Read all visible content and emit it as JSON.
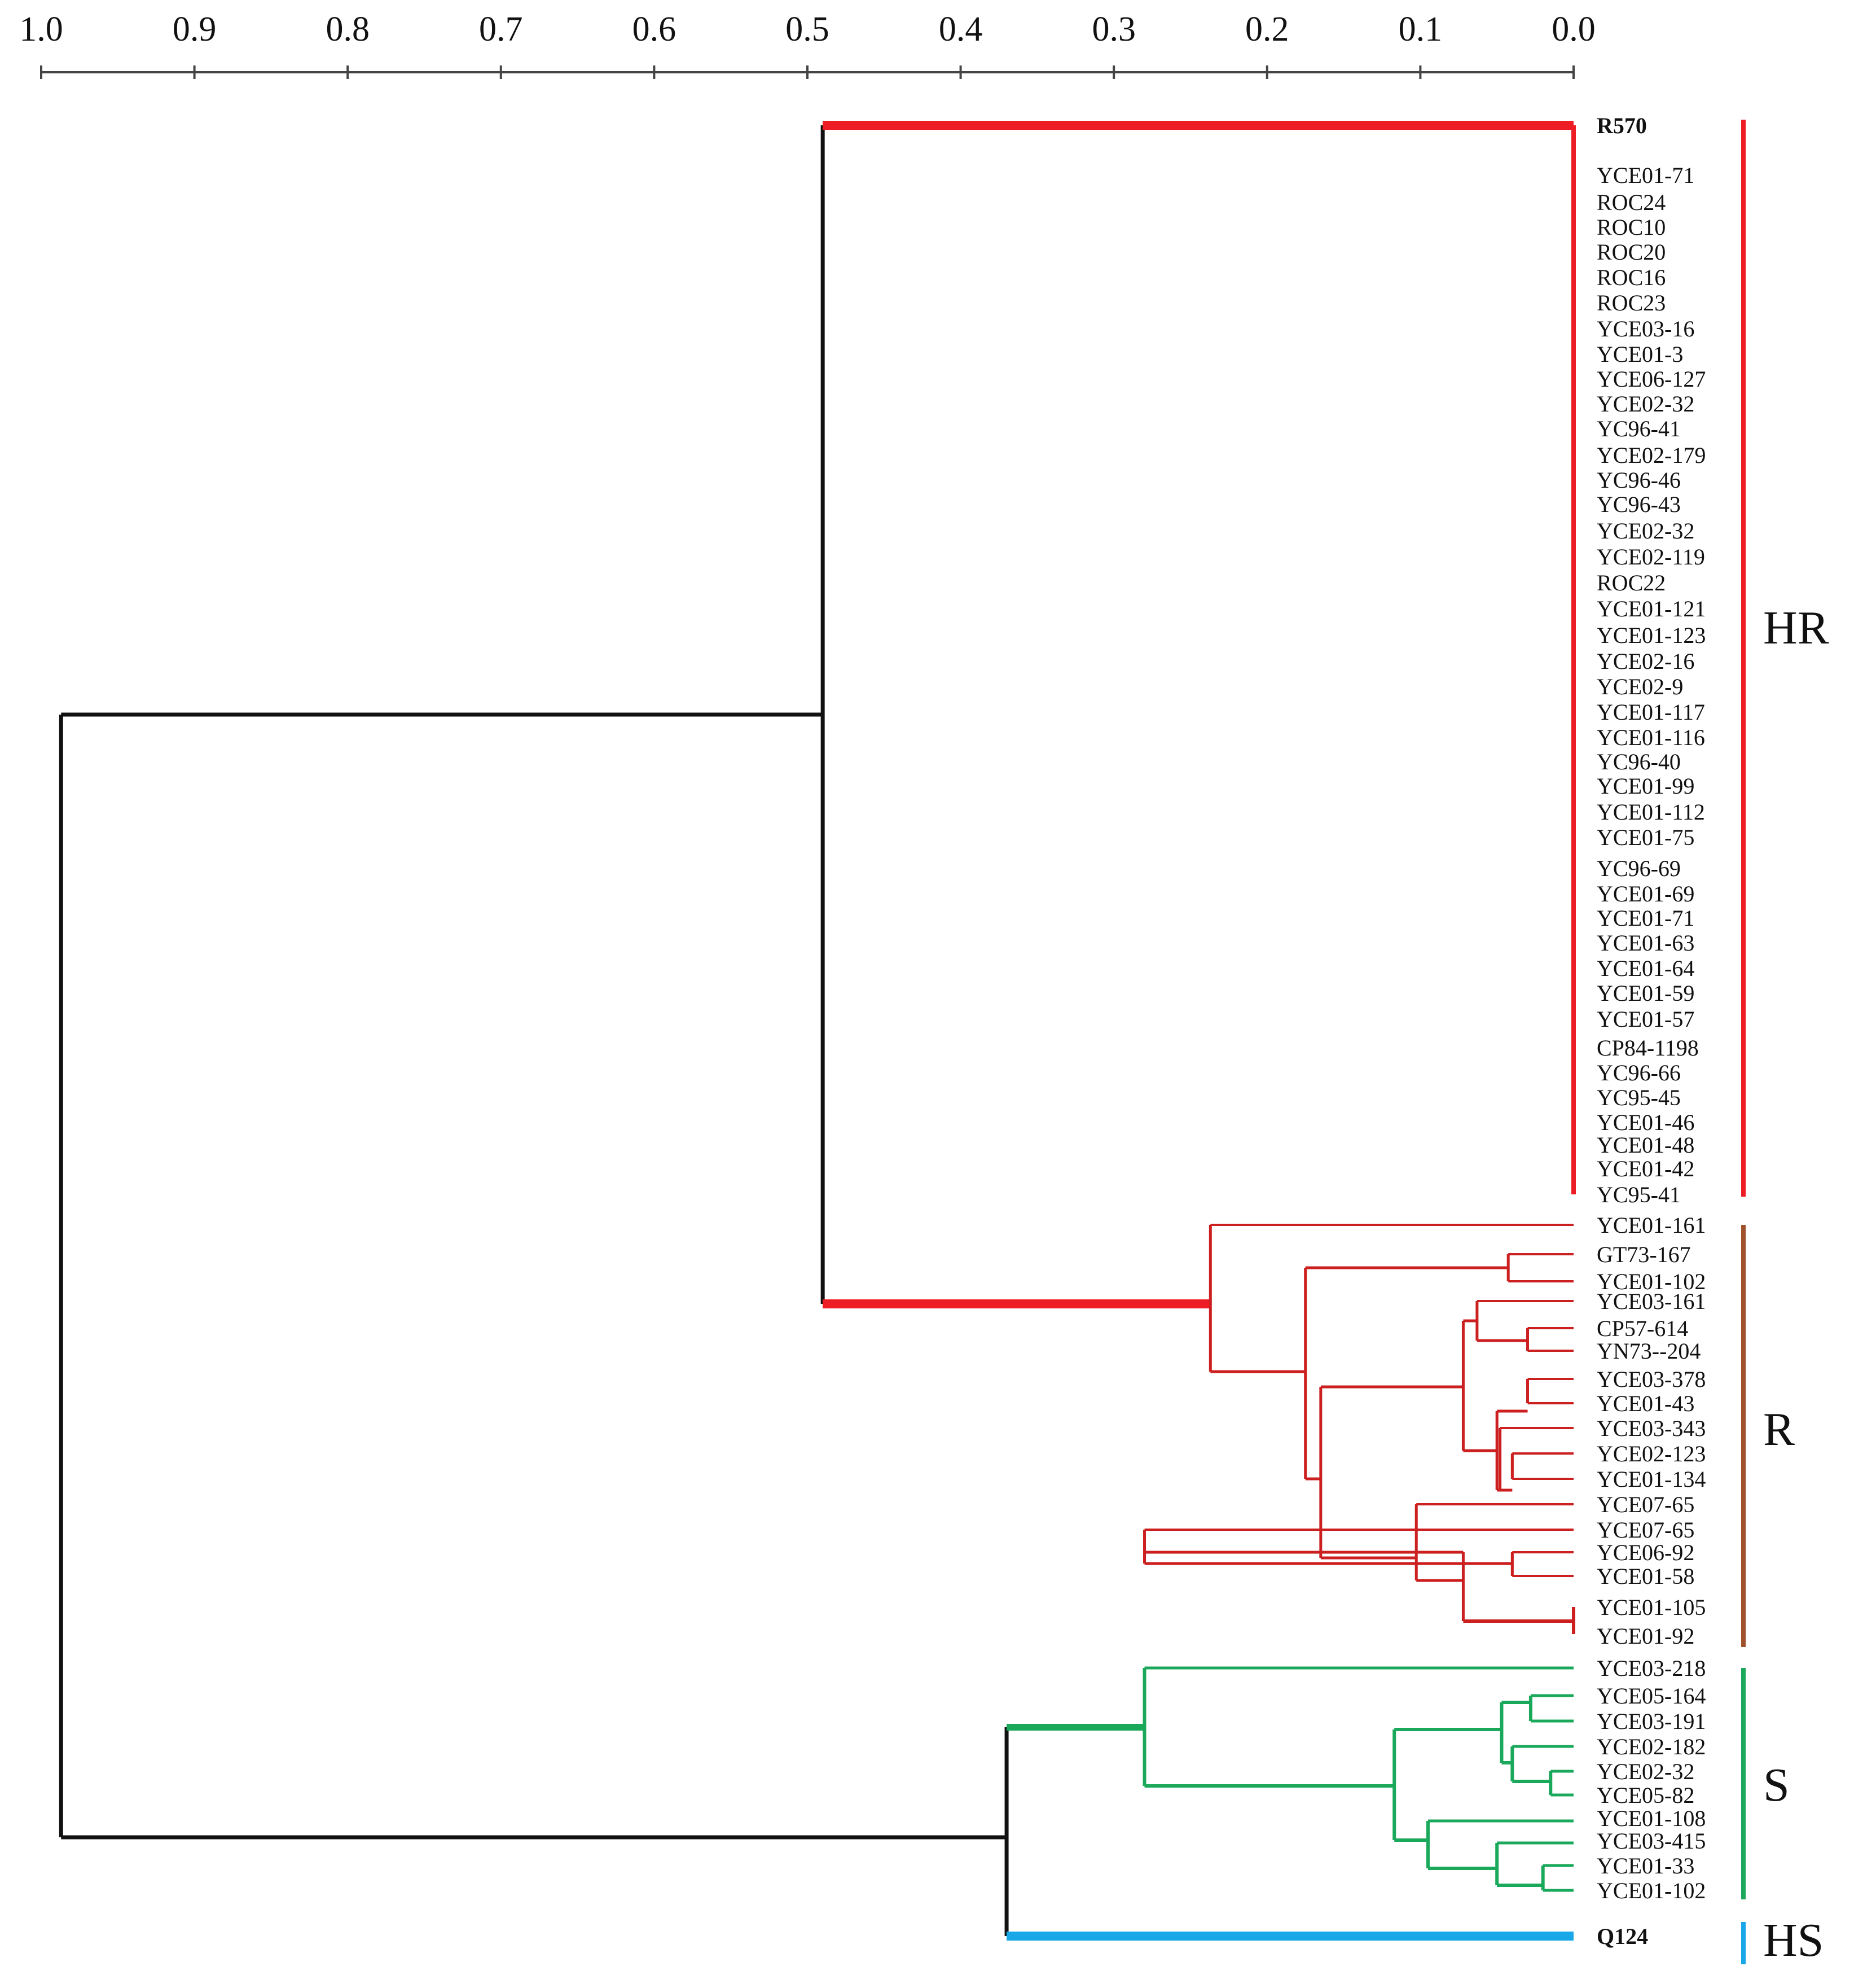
{
  "axis": {
    "ticks": [
      "1.0",
      "0.9",
      "0.8",
      "0.7",
      "0.6",
      "0.5",
      "0.4",
      "0.3",
      "0.2",
      "0.1",
      "0.0"
    ]
  },
  "colors": {
    "tree": "#111111",
    "hr": "#ee1c24",
    "r_branch": "#cc1f1f",
    "r_bracket": "#a0522d",
    "s": "#1aa85a",
    "hs": "#18a8e8"
  },
  "groups": [
    {
      "id": "HR",
      "label": "HR",
      "color_key": "hr",
      "leaves": [
        "R570",
        "YCE01-71",
        "ROC24",
        "ROC10",
        "ROC20",
        "ROC16",
        "ROC23",
        "YCE03-16",
        "YCE01-3",
        "YCE06-127",
        "YCE02-32",
        "YC96-41",
        "YCE02-179",
        "YC96-46",
        "YC96-43",
        "YCE02-32",
        "YCE02-119",
        "ROC22",
        "YCE01-121",
        "YCE01-123",
        "YCE02-16",
        "YCE02-9",
        "YCE01-117",
        "YCE01-116",
        "YC96-40",
        "YCE01-99",
        "YCE01-112",
        "YCE01-75",
        "YC96-69",
        "YCE01-69",
        "YCE01-71",
        "YCE01-63",
        "YCE01-64",
        "YCE01-59",
        "YCE01-57",
        "CP84-1198",
        "YC96-66",
        "YC95-45",
        "YCE01-46",
        "YCE01-48",
        "YCE01-42",
        "YC95-41"
      ]
    },
    {
      "id": "R",
      "label": "R",
      "color_key": "r_bracket",
      "leaves": [
        "YCE01-161",
        "GT73-167",
        "YCE01-102",
        "YCE03-161",
        "CP57-614",
        "YN73--204",
        "YCE03-378",
        "YCE01-43",
        "YCE03-343",
        "YCE02-123",
        "YCE01-134",
        "YCE07-65",
        "YCE07-65",
        "YCE06-92",
        "YCE01-58",
        "YCE01-105",
        "YCE01-92"
      ]
    },
    {
      "id": "S",
      "label": "S",
      "color_key": "s",
      "leaves": [
        "YCE03-218",
        "YCE05-164",
        "YCE03-191",
        "YCE02-182",
        "YCE02-32",
        "YCE05-82",
        "YCE01-108",
        "YCE03-415",
        "YCE01-33",
        "YCE01-102"
      ]
    },
    {
      "id": "HS",
      "label": "HS",
      "color_key": "hs",
      "leaves": [
        "Q124"
      ]
    }
  ],
  "bold_leaves": [
    "R570",
    "Q124"
  ],
  "merges": [
    {
      "d": 0.987,
      "c": "tree"
    },
    {
      "d": 0.49,
      "c": "tree"
    },
    {
      "d": 0.37,
      "c": "tree"
    },
    {
      "d": 0.237,
      "c": "r_branch"
    },
    {
      "d": 0.175,
      "c": "r_branch"
    },
    {
      "d": 0.165,
      "c": "r_branch"
    },
    {
      "d": 0.11,
      "c": "r_branch"
    },
    {
      "d": 0.072,
      "c": "r_branch"
    },
    {
      "d": 0.063,
      "c": "r_branch"
    },
    {
      "d": 0.05,
      "c": "r_branch"
    },
    {
      "d": 0.28,
      "c": "s"
    },
    {
      "d": 0.117,
      "c": "s"
    },
    {
      "d": 0.058,
      "c": "s"
    }
  ]
}
